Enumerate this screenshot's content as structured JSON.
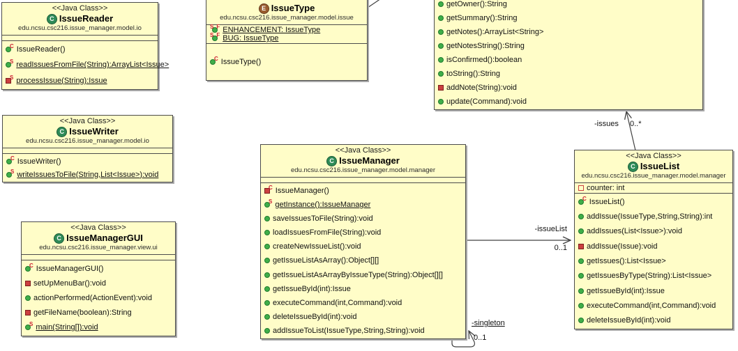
{
  "diagram": {
    "colors": {
      "box_fill": "#fffdc8",
      "box_border": "#4b4b4b",
      "public_green": "#3fae49",
      "private_red": "#cb4040",
      "static_sup_red": "#cc2233",
      "class_icon_green": "#2e8b57",
      "enum_icon_brown": "#9a5c2e",
      "line_gray": "#404040"
    },
    "classes": [
      {
        "id": "issue-reader",
        "stereotype": "<<Java Class>>",
        "kind": "class",
        "icon_letter": "C",
        "name": "IssueReader",
        "package": "edu.ncsu.csc216.issue_manager.model.io",
        "fields": [],
        "methods": [
          {
            "label": "IssueReader()",
            "visibility": "public",
            "post_sup": "C",
            "underline": false
          },
          {
            "label": "readIssuesFromFile(String):ArrayList<Issue>",
            "visibility": "public",
            "post_sup": "S",
            "underline": true
          },
          {
            "label": "processIssue(String):Issue",
            "visibility": "private",
            "post_sup": "S",
            "underline": true
          }
        ]
      },
      {
        "id": "issue-writer",
        "stereotype": "<<Java Class>>",
        "kind": "class",
        "icon_letter": "C",
        "name": "IssueWriter",
        "package": "edu.ncsu.csc216.issue_manager.model.io",
        "fields": [],
        "methods": [
          {
            "label": "IssueWriter()",
            "visibility": "public",
            "post_sup": "C",
            "underline": false
          },
          {
            "label": "writeIssuesToFile(String,List<Issue>):void",
            "visibility": "public",
            "post_sup": "S",
            "underline": true
          }
        ]
      },
      {
        "id": "issue-manager-gui",
        "stereotype": "<<Java Class>>",
        "kind": "class",
        "icon_letter": "C",
        "name": "IssueManagerGUI",
        "package": "edu.ncsu.csc216.issue_manager.view.ui",
        "fields": [],
        "methods": [
          {
            "label": "IssueManagerGUI()",
            "visibility": "public",
            "post_sup": "C",
            "underline": false
          },
          {
            "label": "setUpMenuBar():void",
            "visibility": "private",
            "underline": false
          },
          {
            "label": "actionPerformed(ActionEvent):void",
            "visibility": "public",
            "underline": false
          },
          {
            "label": "getFileName(boolean):String",
            "visibility": "private",
            "underline": false
          },
          {
            "label": "main(String[]):void",
            "visibility": "public",
            "post_sup": "S",
            "underline": true
          }
        ]
      },
      {
        "id": "issue-type",
        "stereotype": "<<Java Enumeration>>",
        "kind": "enum",
        "icon_letter": "E",
        "name": "IssueType",
        "package": "edu.ncsu.csc216.issue_manager.model.issue",
        "fields": [
          {
            "label": "ENHANCEMENT: IssueType",
            "visibility": "public",
            "pre_sup": "S",
            "post_sup": "F",
            "underline": true
          },
          {
            "label": "BUG: IssueType",
            "visibility": "public",
            "pre_sup": "S",
            "post_sup": "F",
            "underline": true
          }
        ],
        "methods": [
          {
            "label": "IssueType()",
            "visibility": "public",
            "post_sup": "C",
            "underline": false
          }
        ]
      },
      {
        "id": "issue-class-partial",
        "headless": true,
        "fields": [],
        "methods": [
          {
            "label": "getOwner():String",
            "visibility": "public",
            "underline": false
          },
          {
            "label": "getSummary():String",
            "visibility": "public",
            "underline": false
          },
          {
            "label": "getNotes():ArrayList<String>",
            "visibility": "public",
            "underline": false
          },
          {
            "label": "getNotesString():String",
            "visibility": "public",
            "underline": false
          },
          {
            "label": "isConfirmed():boolean",
            "visibility": "public",
            "underline": false
          },
          {
            "label": "toString():String",
            "visibility": "public",
            "underline": false
          },
          {
            "label": "addNote(String):void",
            "visibility": "private",
            "underline": false
          },
          {
            "label": "update(Command):void",
            "visibility": "public",
            "underline": false
          }
        ]
      },
      {
        "id": "issue-manager",
        "stereotype": "<<Java Class>>",
        "kind": "class",
        "icon_letter": "C",
        "name": "IssueManager",
        "package": "edu.ncsu.csc216.issue_manager.model.manager",
        "fields": [],
        "methods": [
          {
            "label": "IssueManager()",
            "visibility": "private",
            "post_sup": "C",
            "underline": false
          },
          {
            "label": "getInstance():IssueManager",
            "visibility": "public",
            "post_sup": "S",
            "underline": true
          },
          {
            "label": "saveIssuesToFile(String):void",
            "visibility": "public",
            "underline": false
          },
          {
            "label": "loadIssuesFromFile(String):void",
            "visibility": "public",
            "underline": false
          },
          {
            "label": "createNewIssueList():void",
            "visibility": "public",
            "underline": false
          },
          {
            "label": "getIssueListAsArray():Object[][]",
            "visibility": "public",
            "underline": false
          },
          {
            "label": "getIssueListAsArrayByIssueType(String):Object[][]",
            "visibility": "public",
            "underline": false
          },
          {
            "label": "getIssueById(int):Issue",
            "visibility": "public",
            "underline": false
          },
          {
            "label": "executeCommand(int,Command):void",
            "visibility": "public",
            "underline": false
          },
          {
            "label": "deleteIssueById(int):void",
            "visibility": "public",
            "underline": false
          },
          {
            "label": "addIssueToList(IssueType,String,String):void",
            "visibility": "public",
            "underline": false
          }
        ]
      },
      {
        "id": "issue-list",
        "stereotype": "<<Java Class>>",
        "kind": "class",
        "icon_letter": "C",
        "name": "IssueList",
        "package": "edu.ncsu.csc216.issue_manager.model.manager",
        "fields": [
          {
            "label": "counter: int",
            "visibility": "private-hollow",
            "underline": false
          }
        ],
        "methods": [
          {
            "label": "IssueList()",
            "visibility": "public",
            "post_sup": "C",
            "underline": false
          },
          {
            "label": "addIssue(IssueType,String,String):int",
            "visibility": "public",
            "underline": false
          },
          {
            "label": "addIssues(List<Issue>):void",
            "visibility": "public",
            "underline": false
          },
          {
            "label": "addIssue(Issue):void",
            "visibility": "private",
            "underline": false
          },
          {
            "label": "getIssues():List<Issue>",
            "visibility": "public",
            "underline": false
          },
          {
            "label": "getIssuesByType(String):List<Issue>",
            "visibility": "public",
            "underline": false
          },
          {
            "label": "getIssueById(int):Issue",
            "visibility": "public",
            "underline": false
          },
          {
            "label": "executeCommand(int,Command):void",
            "visibility": "public",
            "underline": false
          },
          {
            "label": "deleteIssueById(int):void",
            "visibility": "public",
            "underline": false
          }
        ]
      }
    ],
    "associations": [
      {
        "role": "-issues",
        "multiplicity": "0..*",
        "underline": false
      },
      {
        "role": "-issueList",
        "multiplicity": "0..1",
        "underline": false
      },
      {
        "role": "-singleton",
        "multiplicity": "0..1",
        "underline": true
      }
    ]
  }
}
